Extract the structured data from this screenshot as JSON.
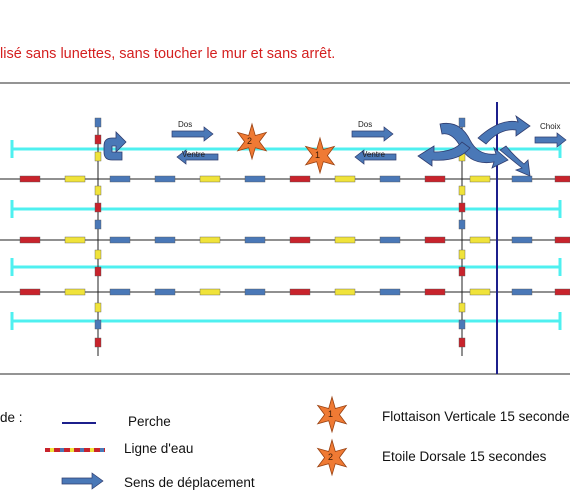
{
  "header": {
    "text": "lisé sans lunettes, sans toucher le mur et sans arrêt."
  },
  "diagram": {
    "labels": {
      "dos": "Dos",
      "ventre": "Ventre",
      "choix": "Choix"
    },
    "star_numbers": [
      "1",
      "2"
    ]
  },
  "legend": {
    "title": "de :",
    "perche": "Perche",
    "ligne_eau": "Ligne d'eau",
    "sens": "Sens de déplacement",
    "flottaison": "Flottaison Verticale 15 secondes",
    "etoile": "Etoile Dorsale 15 secondes",
    "star_1": "1",
    "star_2": "2"
  },
  "colors": {
    "red": "#c8232c",
    "yellow": "#f0e33a",
    "blue": "#4a78b7",
    "cyan": "#4ff0f0",
    "perche": "#1c1f8c",
    "star": "#ef7a34",
    "header": "#d41f1f"
  }
}
